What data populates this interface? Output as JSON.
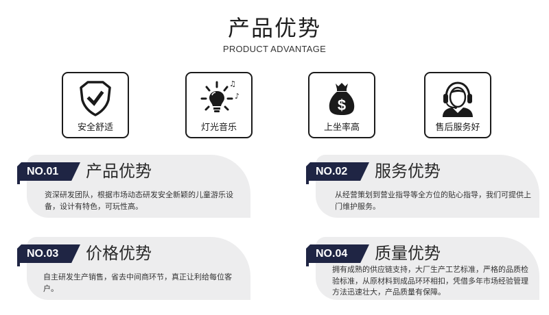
{
  "header": {
    "title": "产品优势",
    "subtitle": "PRODUCT ADVANTAGE"
  },
  "features": [
    {
      "label": "安全舒适",
      "icon": "shield-check-icon"
    },
    {
      "label": "灯光音乐",
      "icon": "lightbulb-music-icon"
    },
    {
      "label": "上坐率高",
      "icon": "money-bag-icon"
    },
    {
      "label": "售后服务好",
      "icon": "headset-support-icon"
    }
  ],
  "advantages": [
    {
      "tag": "NO.01",
      "title": "产品优势",
      "description": "资深研发团队，根据市场动态研发安全新颖的儿童游乐设备，设计有特色，可玩性高。"
    },
    {
      "tag": "NO.02",
      "title": "服务优势",
      "description": "从经营策划到营业指导等全方位的贴心指导，我们可提供上门维护服务。"
    },
    {
      "tag": "NO.03",
      "title": "价格优势",
      "description": "自主研发生产销售，省去中间商环节，真正让利给每位客户。"
    },
    {
      "tag": "NO.04",
      "title": "质量优势",
      "description": "拥有成熟的供应链支持，大厂生产工艺标准，严格的品质检验标准，从原材料到成品环环相扣，凭借多年市场经验管理方法迅速壮大，产品质量有保障。"
    }
  ],
  "colors": {
    "tag_bg": "#1f2544",
    "card_bg": "#ededee",
    "icon": "#1a1a1a"
  }
}
